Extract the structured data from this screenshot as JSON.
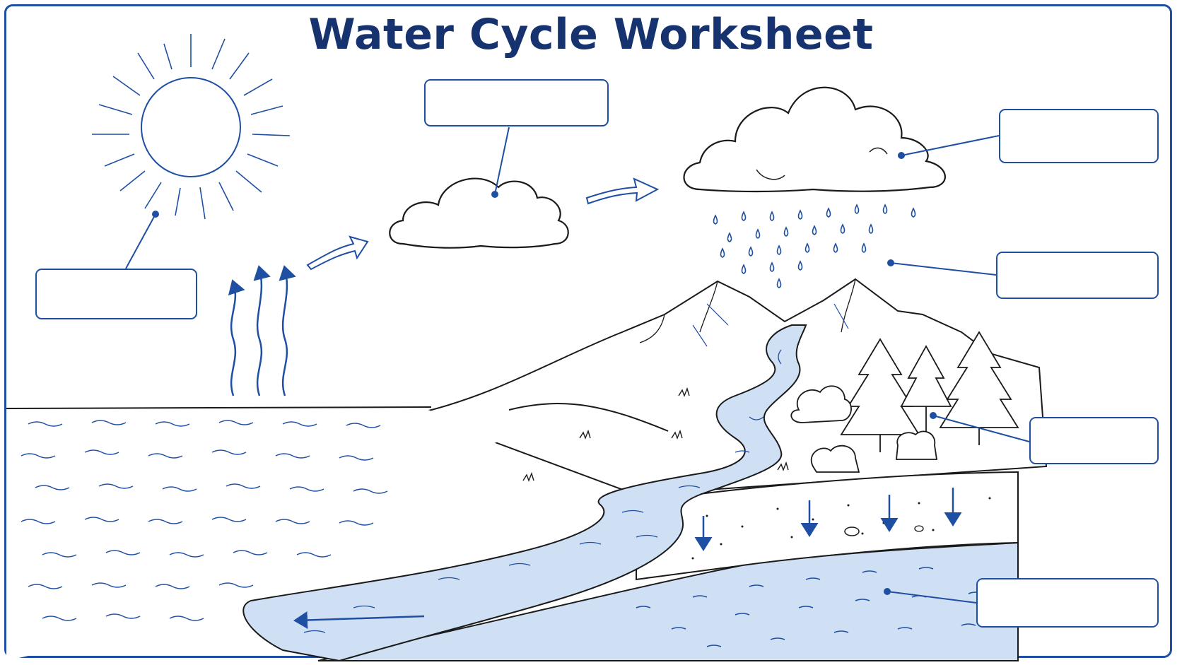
{
  "worksheet": {
    "title": "Water Cycle Worksheet"
  },
  "colors": {
    "accent": "#1f4fa3",
    "title": "#16336f",
    "water_fill": "#cfe0f5",
    "line_art": "#1a1a1a"
  },
  "label_boxes": [
    {
      "name": "sun",
      "value": ""
    },
    {
      "name": "small-cloud",
      "value": ""
    },
    {
      "name": "rain-cloud",
      "value": ""
    },
    {
      "name": "raindrops",
      "value": ""
    },
    {
      "name": "trees",
      "value": ""
    },
    {
      "name": "groundwater",
      "value": ""
    }
  ],
  "icons": [
    "sun-icon",
    "cloud-icon",
    "rain-cloud-icon",
    "raindrops-icon",
    "mountain-icon",
    "tree-icon",
    "river-icon",
    "ocean-icon",
    "arrow-up-icon",
    "arrow-right-icon",
    "arrow-down-icon"
  ]
}
